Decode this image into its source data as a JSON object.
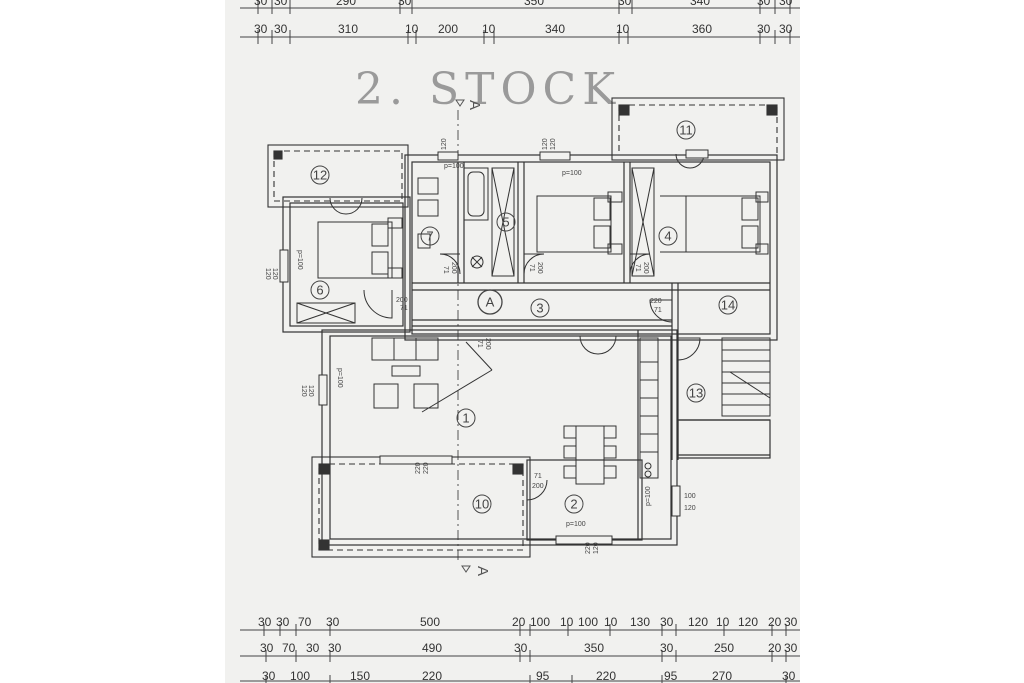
{
  "plan": {
    "title": "2. STOCK",
    "section_marker": "A",
    "section_marker_bottom": "A",
    "axis_label": "A",
    "rooms": [
      "1",
      "2",
      "3",
      "4",
      "5",
      "6",
      "7",
      "10",
      "11",
      "12",
      "13",
      "14"
    ],
    "top_dims_row1": [
      "30",
      "30",
      "290",
      "30",
      "350",
      "30",
      "340",
      "30",
      "30"
    ],
    "top_dims_row2": [
      "30",
      "30",
      "310",
      "10",
      "200",
      "10",
      "340",
      "10",
      "360",
      "30",
      "30"
    ],
    "bottom_dims_row1": [
      "30",
      "30",
      "70",
      "30",
      "500",
      "20",
      "100",
      "10",
      "100",
      "10",
      "130",
      "30",
      "120",
      "10",
      "120",
      "20",
      "30"
    ],
    "bottom_dims_row2": [
      "30",
      "70",
      "30",
      "30",
      "490",
      "30",
      "350",
      "30",
      "250",
      "20",
      "30"
    ],
    "bottom_dims_row3": [
      "30",
      "100",
      "150",
      "220",
      "95",
      "220",
      "95",
      "270",
      "30"
    ],
    "window_labels": {
      "w_left_top": "120",
      "w_left_top_b": "120",
      "w_left_top_p": "p=100",
      "w_left_mid": "120",
      "w_left_mid_b": "120",
      "w_left_mid_p": "p=100",
      "w_top_5": "120",
      "w_top_5b": "120",
      "w_top_5p": "p=100",
      "w_bath": "120",
      "w_bath_p": "p=100",
      "w_10a": "220",
      "w_10b": "220",
      "w_2a": "220",
      "w_2b": "120",
      "w_2p": "p=100",
      "w_right_a": "100",
      "w_right_b": "120",
      "w_right_p": "p=100",
      "d_6a": "71",
      "d_6b": "200",
      "d_7a": "71",
      "d_7b": "200",
      "d_5a": "71",
      "d_5b": "200",
      "d_4a": "71",
      "d_4b": "200",
      "d_14a": "71",
      "d_14b": "220",
      "d_1a": "71",
      "d_1b": "200",
      "d_2a": "71",
      "d_2b": "200"
    }
  }
}
